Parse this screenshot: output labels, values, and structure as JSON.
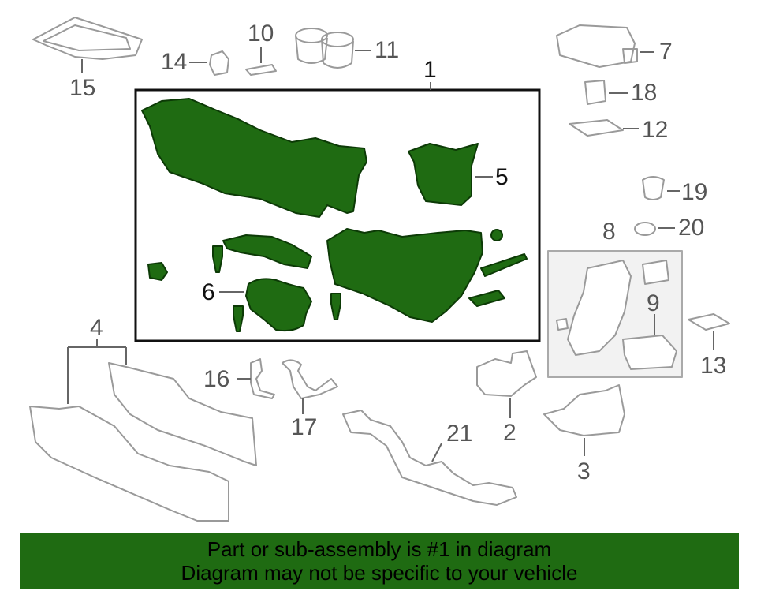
{
  "callouts": {
    "c1": "1",
    "c2": "2",
    "c3": "3",
    "c4": "4",
    "c5": "5",
    "c6": "6",
    "c7": "7",
    "c8": "8",
    "c9": "9",
    "c10": "10",
    "c11": "11",
    "c12": "12",
    "c13": "13",
    "c14": "14",
    "c15": "15",
    "c16": "16",
    "c17": "17",
    "c18": "18",
    "c19": "19",
    "c20": "20",
    "c21": "21"
  },
  "banner": {
    "line1": "Part or sub-assembly is #1 in diagram",
    "line2": "Diagram may not be specific to your vehicle"
  },
  "colors": {
    "highlight_part": "#1f6b12",
    "banner_bg": "#1f6b12",
    "outline_gray": "#999999",
    "frame": "#111111"
  }
}
